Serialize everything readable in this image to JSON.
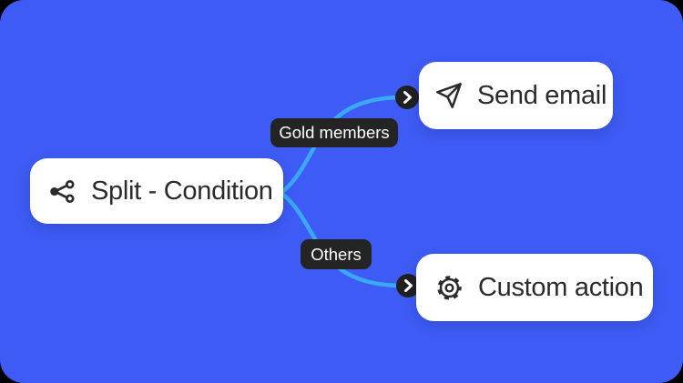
{
  "canvas": {
    "description": "Workflow branch diagram",
    "background_color": "#3e5cf5",
    "connector_color": "#3aa9f2",
    "node_background_color": "#ffffff",
    "label_pill_color": "#242424"
  },
  "nodes": {
    "split": {
      "label": "Split - Condition",
      "icon": "split-icon"
    },
    "send_email": {
      "label": "Send email",
      "icon": "send-icon"
    },
    "custom_action": {
      "label": "Custom action",
      "icon": "gear-icon"
    }
  },
  "branches": {
    "gold_members": {
      "label": "Gold members",
      "target": "Send email"
    },
    "others": {
      "label": "Others",
      "target": "Custom action"
    }
  }
}
